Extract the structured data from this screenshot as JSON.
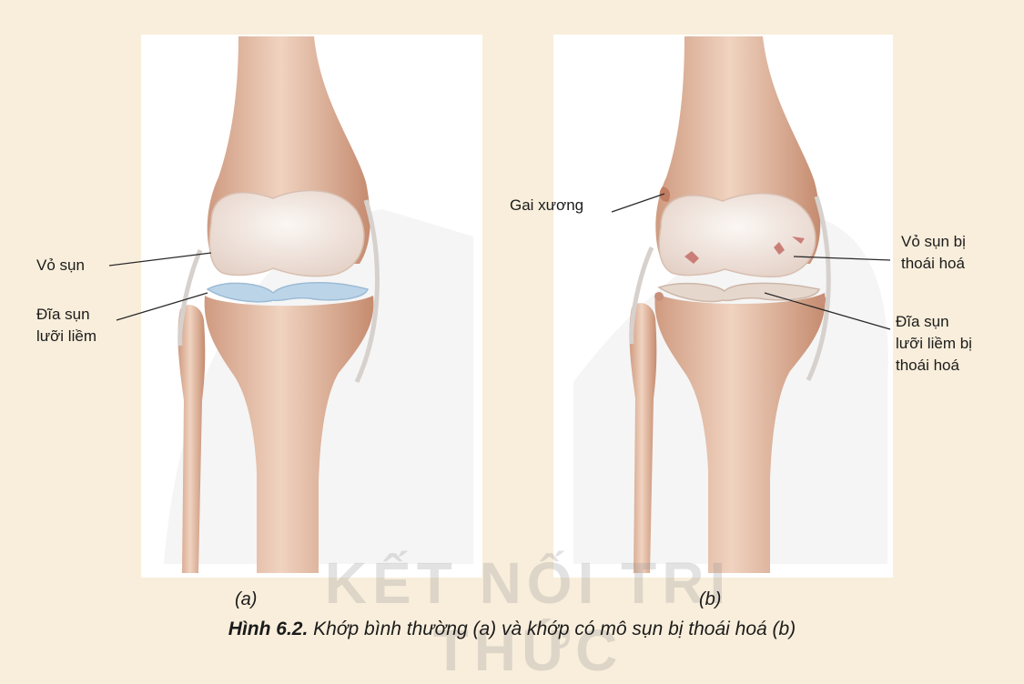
{
  "figure": {
    "left_panel": {
      "sublabel": "(a)",
      "labels": {
        "cartilage": [
          "Vỏ sụn"
        ],
        "meniscus": [
          "Đĩa sụn",
          "lưỡi liềm"
        ]
      }
    },
    "right_panel": {
      "sublabel": "(b)",
      "labels": {
        "bone_spur": [
          "Gai xương"
        ],
        "degenerated_cartilage": [
          "Vỏ sụn bị",
          "thoái hoá"
        ],
        "degenerated_meniscus": [
          "Đĩa sụn",
          "lưỡi liềm bị",
          "thoái hoá"
        ]
      }
    },
    "watermark": "KẾT NỐI TRI THỨC",
    "caption": {
      "prefix": "Hình 6.2.",
      "text": " Khớp bình thường (a) và khớp có mô sụn bị thoái hoá (b)"
    }
  },
  "colors": {
    "page_bg": "#f8eedb",
    "panel_bg": "#ffffff",
    "bone": "#e8c4ad",
    "bone_dark": "#c98f74",
    "cartilage": "#f1ece8",
    "meniscus": "#b9d2e6"
  }
}
